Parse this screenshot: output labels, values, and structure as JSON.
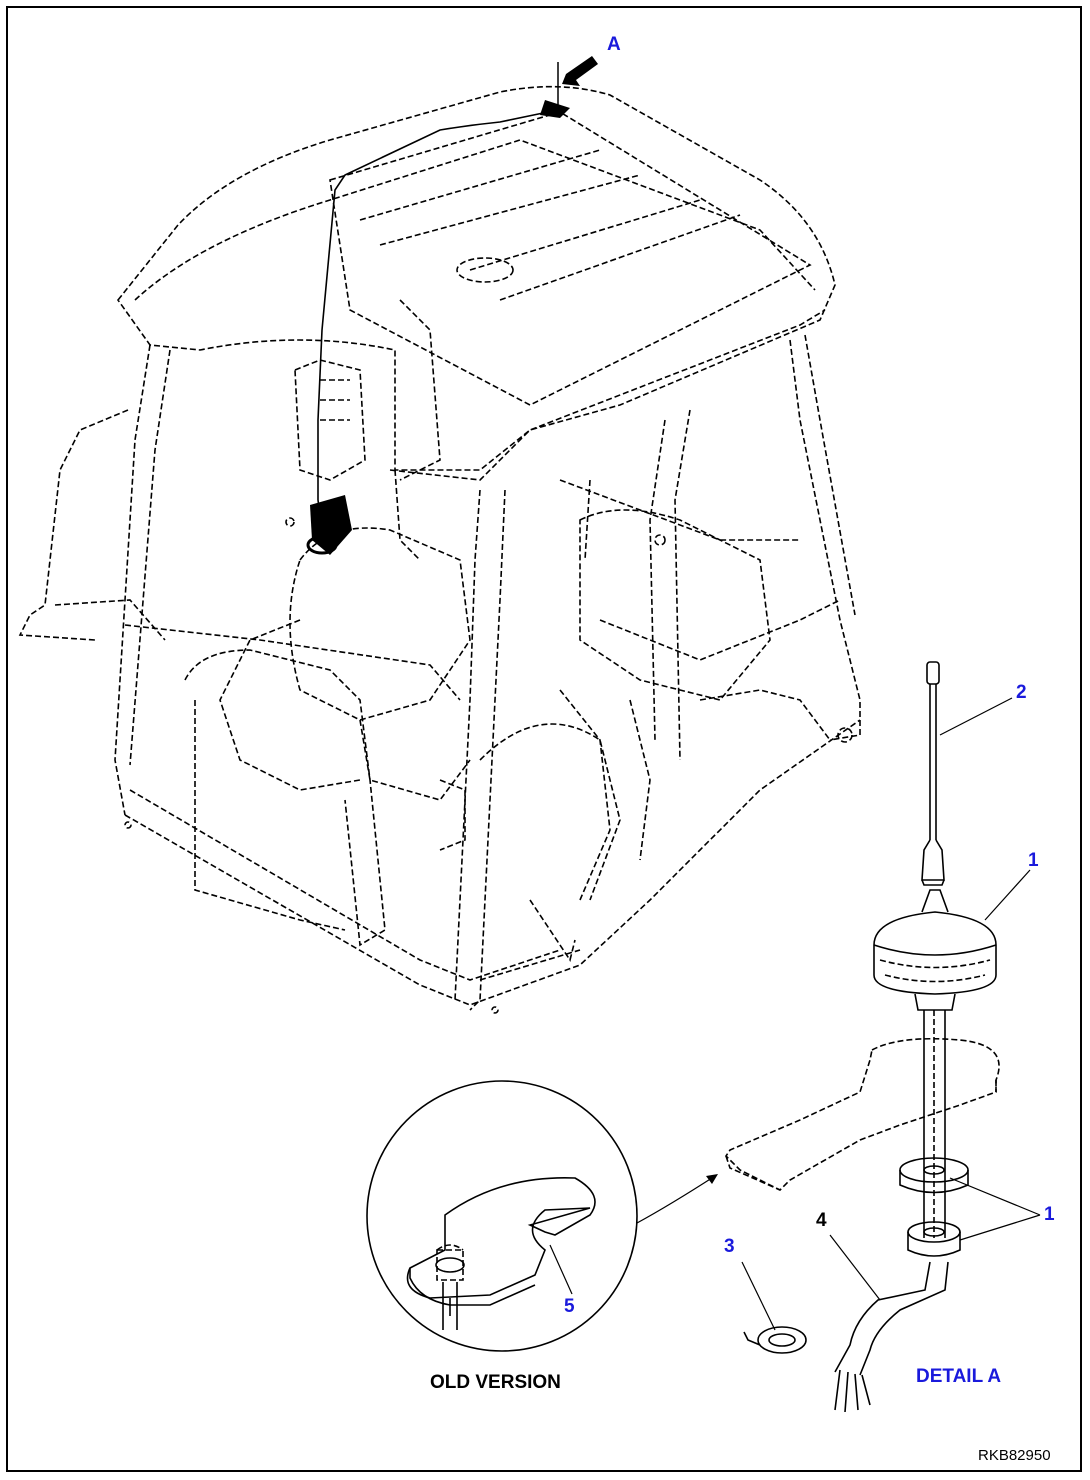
{
  "labels": {
    "view_arrow": "A",
    "part_2": "2",
    "part_1_top": "1",
    "part_1_side": "1",
    "part_3": "3",
    "part_4": "4",
    "part_5": "5"
  },
  "captions": {
    "old_version": "OLD VERSION",
    "detail_a": "DETAIL A",
    "drawing_code": "RKB82950"
  },
  "colors": {
    "callout": "#1a1adc",
    "line": "#000000",
    "background": "#ffffff"
  }
}
